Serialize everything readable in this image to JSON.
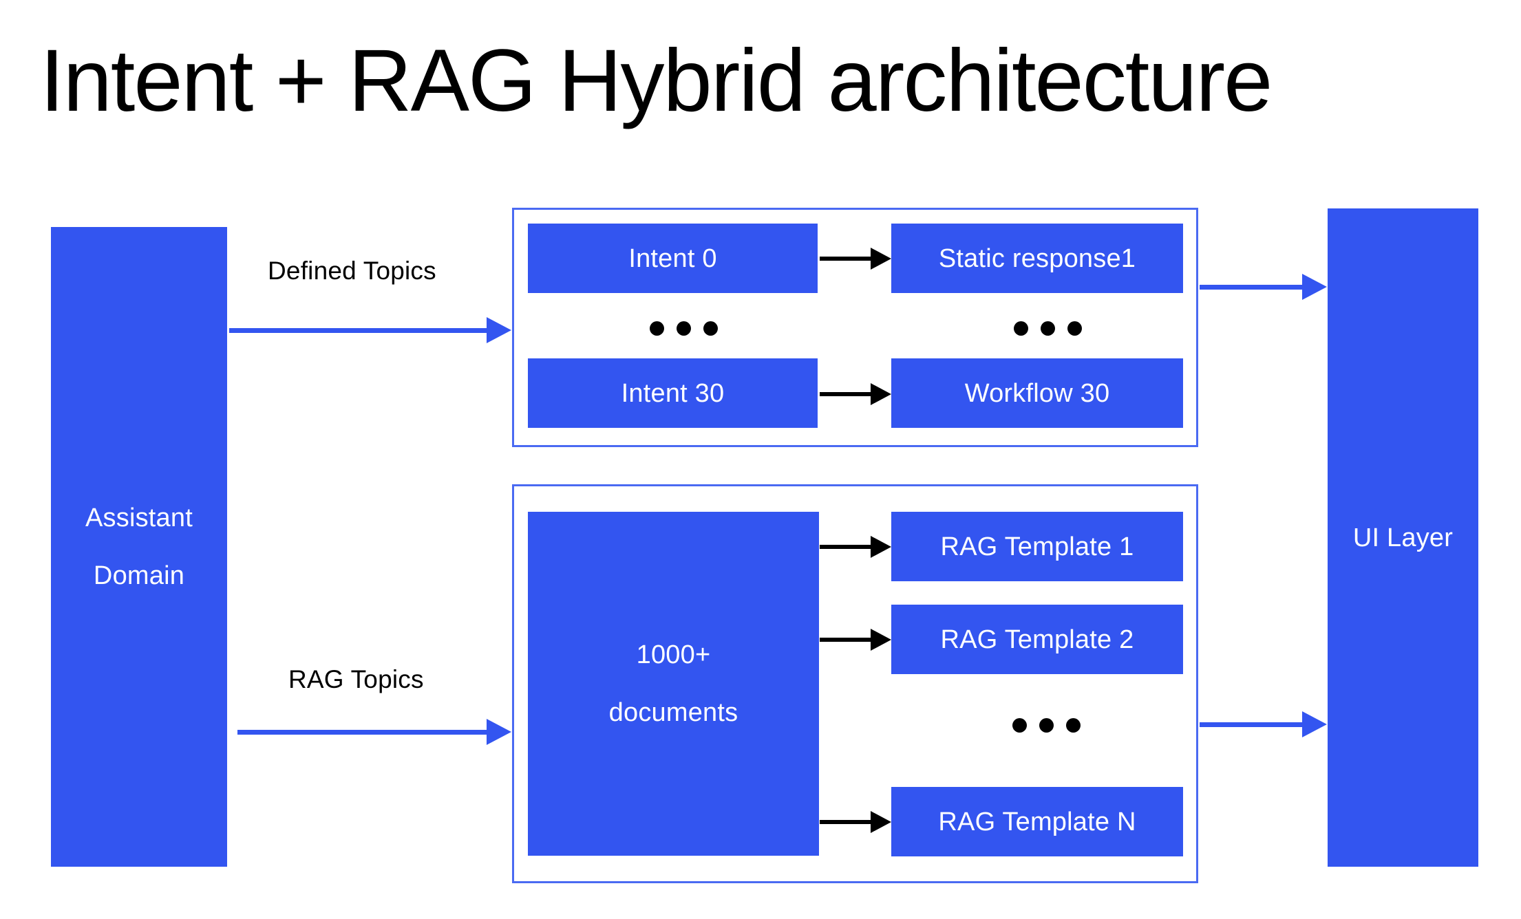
{
  "title": "Intent + RAG Hybrid architecture",
  "colors": {
    "node_fill": "#3355f0",
    "group_border": "#4a6af2",
    "node_text": "#ffffff",
    "label_text": "#000000",
    "arrow_black": "#000000",
    "arrow_blue": "#3355f0",
    "background": "#ffffff"
  },
  "nodes": {
    "assistant_domain": {
      "line1": "Assistant",
      "line2": "Domain"
    },
    "ui_layer": {
      "label": "UI Layer"
    },
    "documents": {
      "line1": "1000+",
      "line2": "documents"
    }
  },
  "edges": {
    "defined_topics": "Defined Topics",
    "rag_topics": "RAG Topics"
  },
  "intent_group": {
    "rows": [
      {
        "source": "Intent 0",
        "target": "Static response1"
      },
      {
        "source": "Intent 30",
        "target": "Workflow 30"
      }
    ],
    "ellipsis": "•••"
  },
  "rag_group": {
    "templates": [
      {
        "label": "RAG Template 1"
      },
      {
        "label": "RAG Template 2"
      },
      {
        "label": "RAG Template N"
      }
    ],
    "ellipsis": "•••"
  }
}
